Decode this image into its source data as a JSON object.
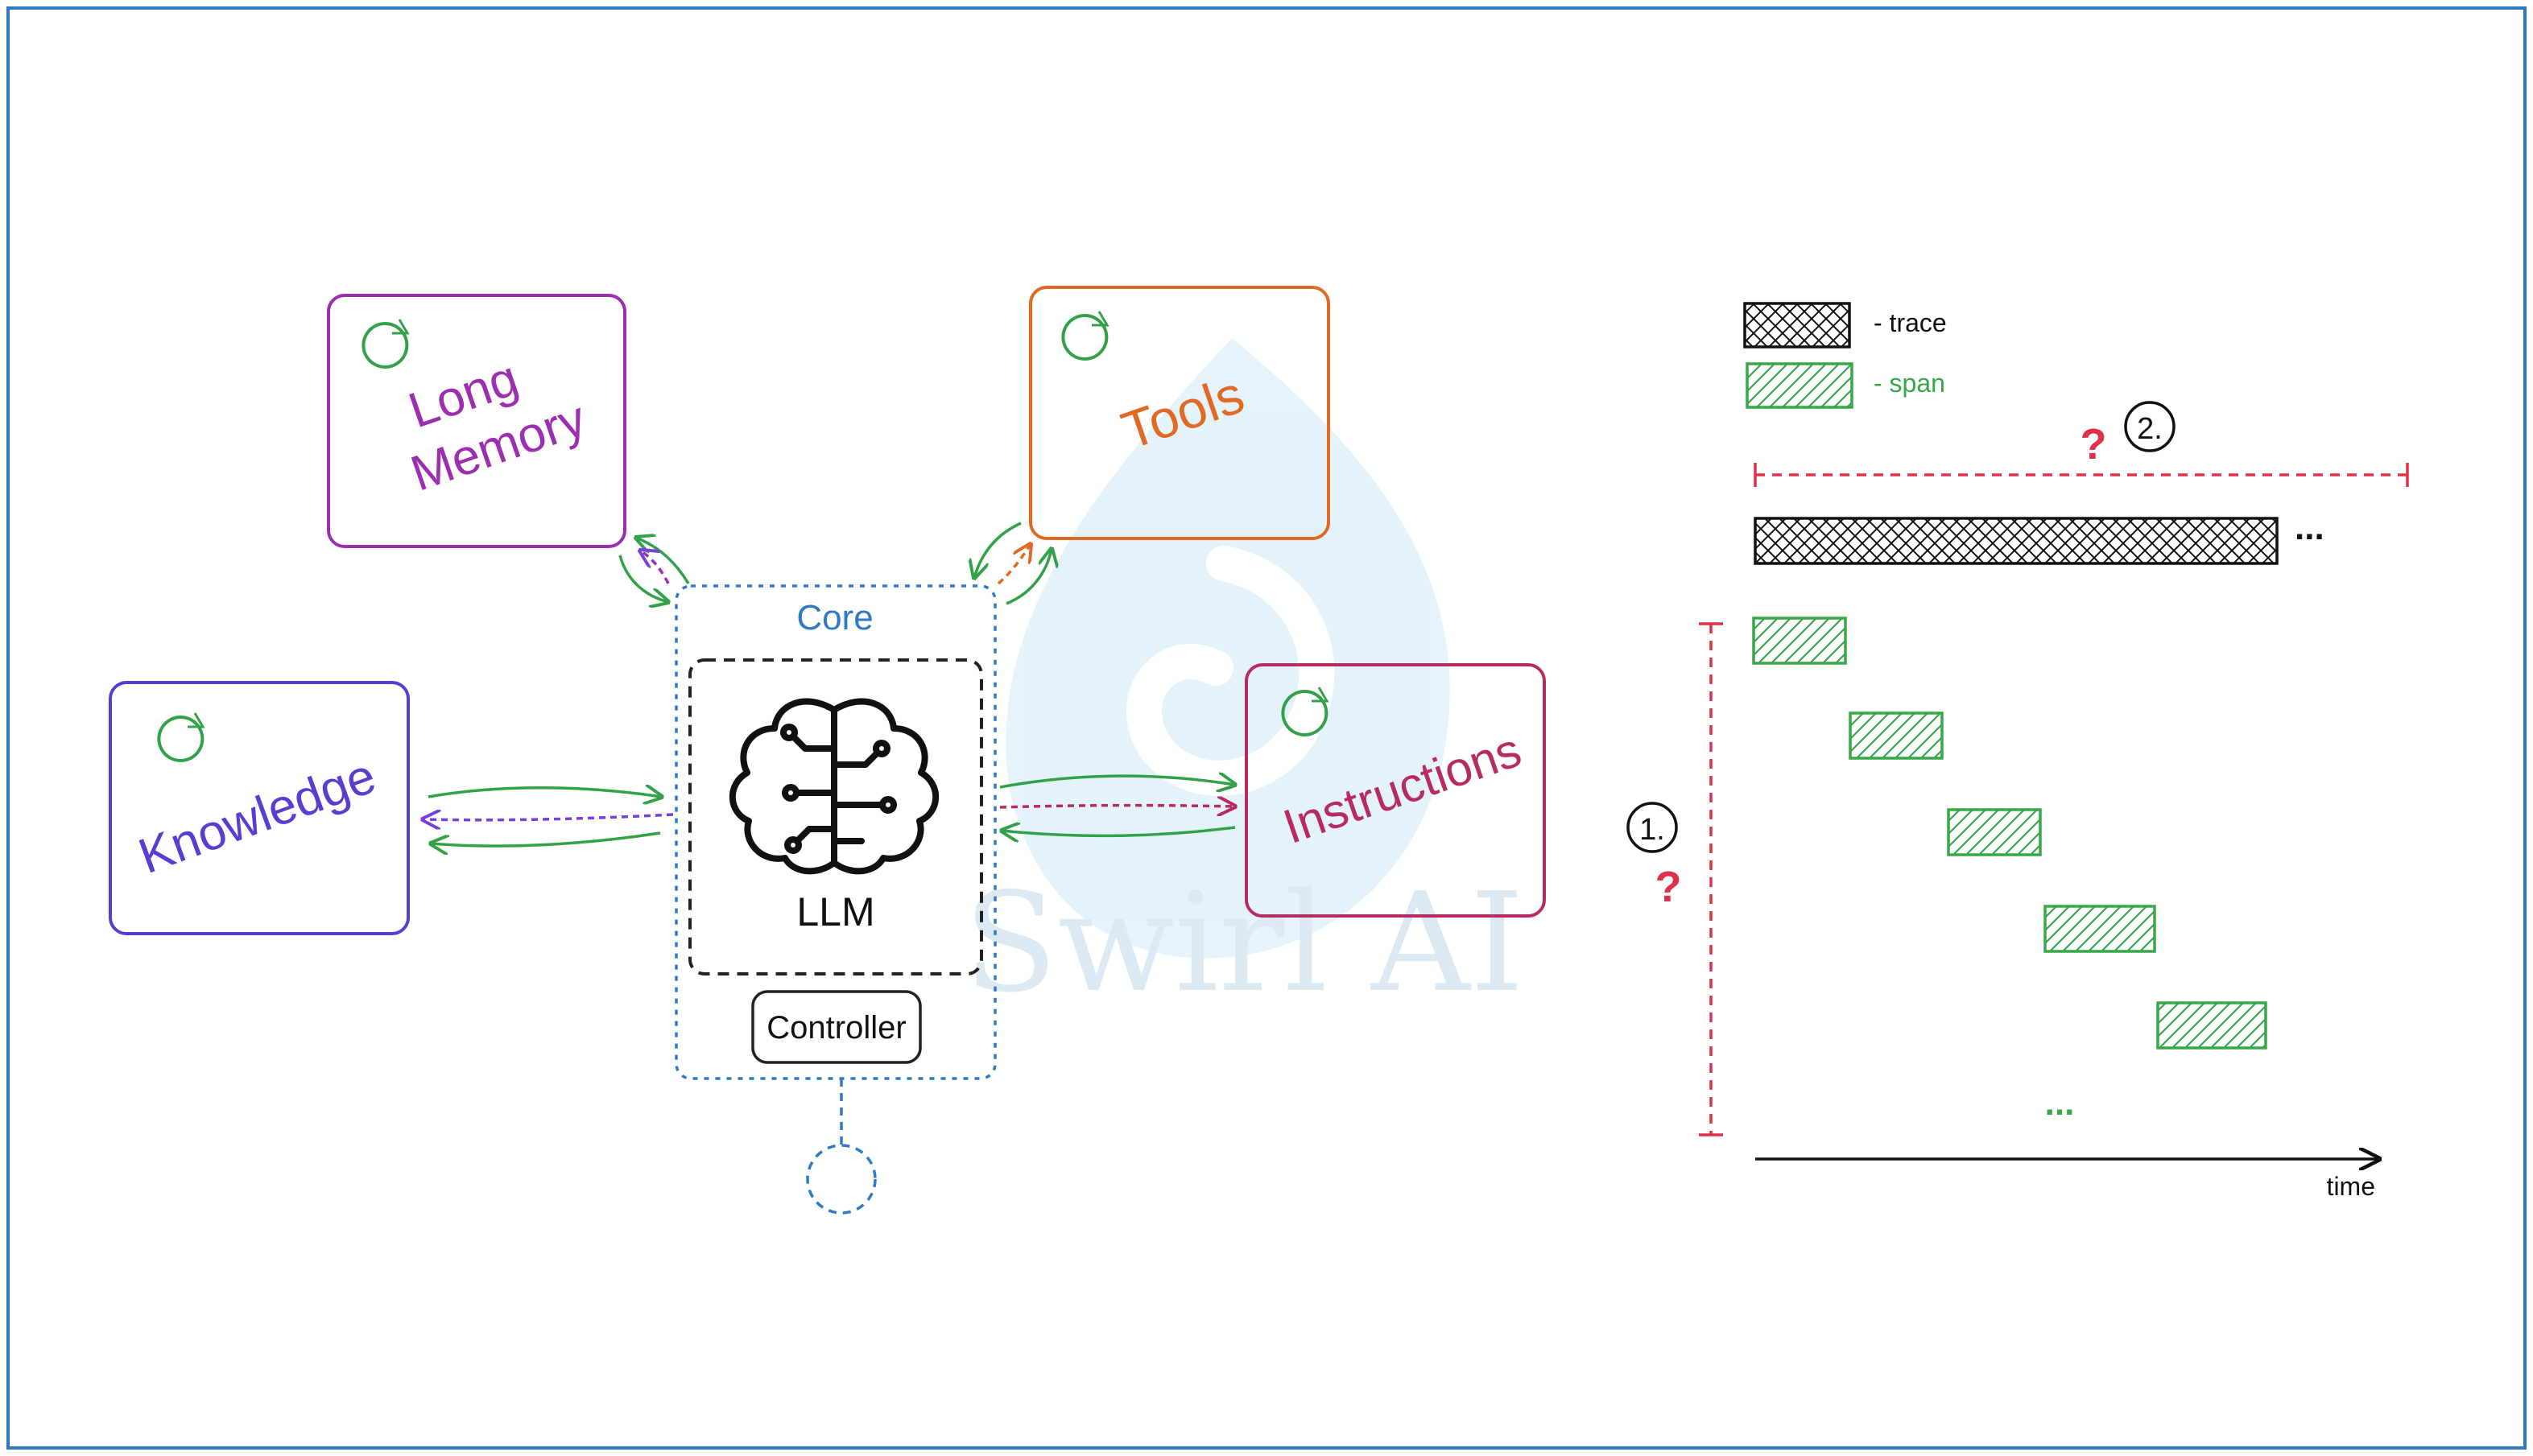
{
  "watermark": {
    "text": "Swirl AI"
  },
  "components": {
    "long_memory": {
      "line1": "Long",
      "line2": "Memory",
      "color": "#9b2fb0"
    },
    "tools": {
      "label": "Tools",
      "color": "#e06a25"
    },
    "knowledge": {
      "label": "Knowledge",
      "color": "#5a3cd0"
    },
    "instructions": {
      "label": "Instructions",
      "color": "#b82a62"
    },
    "core": {
      "label": "Core",
      "llm_label": "LLM",
      "controller_label": "Controller",
      "color": "#2f7ac4"
    }
  },
  "colors": {
    "arrow_green": "#33a14a",
    "span_green": "#3aa64a",
    "question_red": "#e0304a",
    "trace_black": "#111111"
  },
  "legend": {
    "trace_label": "- trace",
    "span_label": "- span"
  },
  "timeline": {
    "marker_1": "1.",
    "marker_2": "2.",
    "question": "?",
    "ellipsis_trace": "...",
    "ellipsis_spans": "...",
    "time_label": "time"
  }
}
